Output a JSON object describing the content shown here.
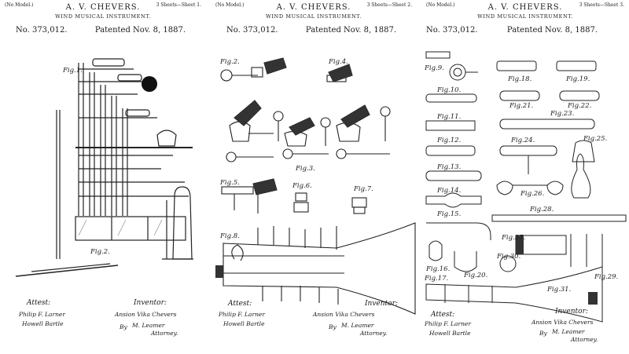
{
  "sheets": [
    {
      "no_model": "(No Model.)",
      "sheet_label": "3 Sheets—Sheet 1.",
      "inventor": "A. V. CHEVERS.",
      "title": "WIND MUSICAL INSTRUMENT.",
      "patent_no": "No. 373,012.",
      "patented": "Patented Nov. 8, 1887.",
      "figures": [
        "Fig.1.",
        "Fig.2."
      ],
      "attest": "Attest:",
      "inventor_label": "Inventor:",
      "witness_1": "Philip F. Larner",
      "witness_2": "Howell Bartle",
      "inventor_signature": "Ansion Vika Chevers",
      "attorney_by": "By",
      "attorney_name": "M. Leamer",
      "attorney_label": "Attorney."
    },
    {
      "no_model": "(No Model.)",
      "sheet_label": "3 Sheets—Sheet 2.",
      "inventor": "A. V. CHEVERS.",
      "title": "WIND MUSICAL INSTRUMENT.",
      "patent_no": "No. 373,012.",
      "patented": "Patented Nov. 8, 1887.",
      "figures": [
        "Fig.2.",
        "Fig.4.",
        "Fig.3.",
        "Fig.5.",
        "Fig.6.",
        "Fig.7.",
        "Fig.8."
      ],
      "attest": "Attest:",
      "inventor_label": "Inventor:",
      "witness_1": "Philip F. Larner",
      "witness_2": "Howell Bartle",
      "inventor_signature": "Ansion Vika Chevers",
      "attorney_by": "By",
      "attorney_name": "M. Leamer",
      "attorney_label": "Attorney."
    },
    {
      "no_model": "(No Model.)",
      "sheet_label": "3 Sheets—Sheet 3.",
      "inventor": "A. V. CHEVERS.",
      "title": "WIND MUSICAL INSTRUMENT.",
      "patent_no": "No. 373,012.",
      "patented": "Patented Nov. 8, 1887.",
      "figures": [
        "Fig.9.",
        "Fig.18.",
        "Fig.19.",
        "Fig.10.",
        "Fig.21.",
        "Fig.22.",
        "Fig.11.",
        "Fig.23.",
        "Fig.12.",
        "Fig.24.",
        "Fig.25.",
        "Fig.13.",
        "Fig.14.",
        "Fig.26.",
        "Fig.28.",
        "Fig.15.",
        "Fig.16.",
        "Fig.20.",
        "Fig.27.",
        "Fig.30.",
        "Fig.29.",
        "Fig.17.",
        "Fig.31."
      ],
      "attest": "Attest:",
      "inventor_label": "Inventor:",
      "witness_1": "Philip F. Larner",
      "witness_2": "Howell Bartle",
      "inventor_signature": "Ansion Vika Chevers",
      "attorney_by": "By",
      "attorney_name": "M. Leamer",
      "attorney_label": "Attorney."
    }
  ]
}
